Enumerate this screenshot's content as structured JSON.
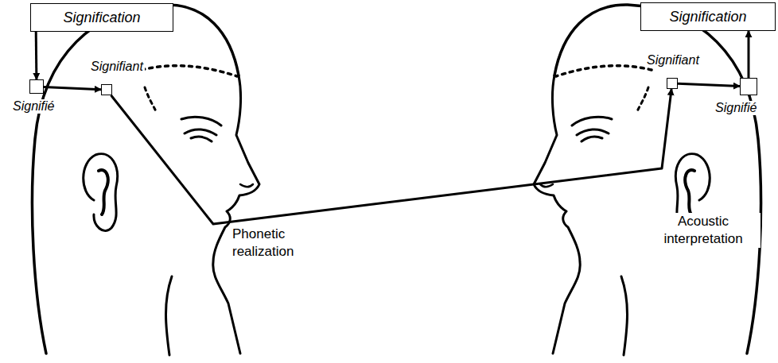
{
  "diagram": {
    "nodes": [
      {
        "text": [
          "Signification"
        ]
      },
      {
        "text": [
          "Signifié"
        ]
      },
      {
        "text": [
          "Signifiant"
        ]
      },
      {
        "text": [
          "Signification"
        ]
      },
      {
        "text": [
          "Signifiant"
        ]
      },
      {
        "text": [
          "Signifié"
        ]
      }
    ],
    "edges": [
      {
        "from": 0,
        "to": 1,
        "arrow": "to"
      },
      {
        "from": 1,
        "to": 2,
        "arrow": "to"
      },
      {
        "from": 2,
        "to": 4,
        "arrow": "to"
      },
      {
        "from": 4,
        "to": 5,
        "arrow": "to"
      },
      {
        "from": 5,
        "to": 3,
        "arrow": "to"
      }
    ],
    "labels": [
      "Phonetic realization",
      "Acoustic interpretation"
    ]
  }
}
